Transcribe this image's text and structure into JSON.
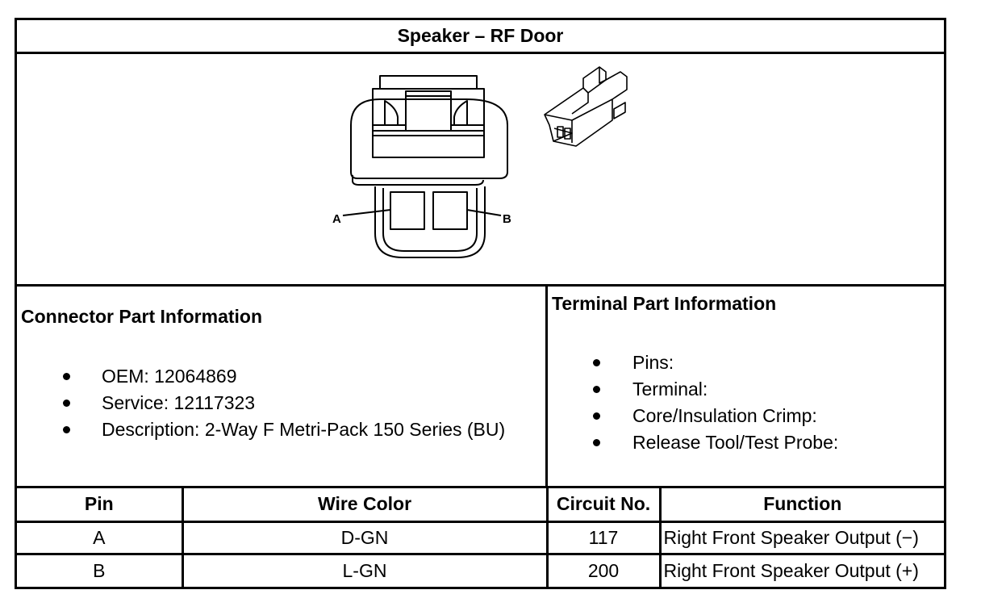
{
  "title": "Speaker – RF Door",
  "diagram": {
    "pin_labels": [
      "A",
      "B"
    ]
  },
  "connector_info": {
    "heading": "Connector Part Information",
    "items": [
      "OEM: 12064869",
      "Service: 12117323",
      "Description: 2-Way F Metri-Pack 150 Series (BU)"
    ]
  },
  "terminal_info": {
    "heading": "Terminal Part Information",
    "items": [
      "Pins:",
      "Terminal:",
      "Core/Insulation Crimp:",
      "Release Tool/Test Probe:"
    ]
  },
  "pin_table": {
    "headers": [
      "Pin",
      "Wire Color",
      "Circuit No.",
      "Function"
    ],
    "rows": [
      [
        "A",
        "D-GN",
        "117",
        "Right Front Speaker Output (−)"
      ],
      [
        "B",
        "L-GN",
        "200",
        "Right Front Speaker Output (+)"
      ]
    ]
  }
}
